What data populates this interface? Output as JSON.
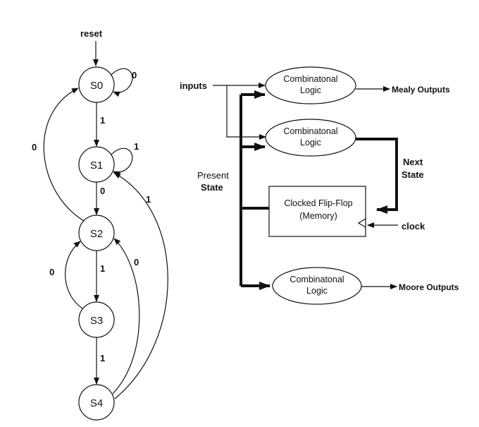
{
  "state_diagram": {
    "reset_label": "reset",
    "states": [
      {
        "id": "s0",
        "label": "S0"
      },
      {
        "id": "s1",
        "label": "S1"
      },
      {
        "id": "s2",
        "label": "S2"
      },
      {
        "id": "s3",
        "label": "S3"
      },
      {
        "id": "s4",
        "label": "S4"
      }
    ],
    "transitions": [
      {
        "from": "S0",
        "to": "S0",
        "label": "0"
      },
      {
        "from": "S0",
        "to": "S1",
        "label": "1"
      },
      {
        "from": "S1",
        "to": "S1",
        "label": "1"
      },
      {
        "from": "S1",
        "to": "S2",
        "label": "0"
      },
      {
        "from": "S2",
        "to": "S0",
        "label": "0"
      },
      {
        "from": "S2",
        "to": "S3",
        "label": "1"
      },
      {
        "from": "S3",
        "to": "S2",
        "label": "0"
      },
      {
        "from": "S3",
        "to": "S4",
        "label": "1"
      },
      {
        "from": "S4",
        "to": "S2",
        "label": "0"
      },
      {
        "from": "S4",
        "to": "S1",
        "label": "1"
      }
    ]
  },
  "block_diagram": {
    "inputs_label": "inputs",
    "comb_top": {
      "line1": "Combinatonal",
      "line2": "Logic"
    },
    "comb_mid": {
      "line1": "Combinatonal",
      "line2": "Logic"
    },
    "comb_bottom": {
      "line1": "Combinatonal",
      "line2": "Logic"
    },
    "flipflop": {
      "line1": "Clocked Flip-Flop",
      "line2": "(Memory)"
    },
    "mealy_outputs": "Mealy Outputs",
    "moore_outputs": "Moore Outputs",
    "next_state": {
      "line1": "Next",
      "line2": "State"
    },
    "present_state": {
      "line1": "Present",
      "line2": "State"
    },
    "clock_label": "clock"
  }
}
